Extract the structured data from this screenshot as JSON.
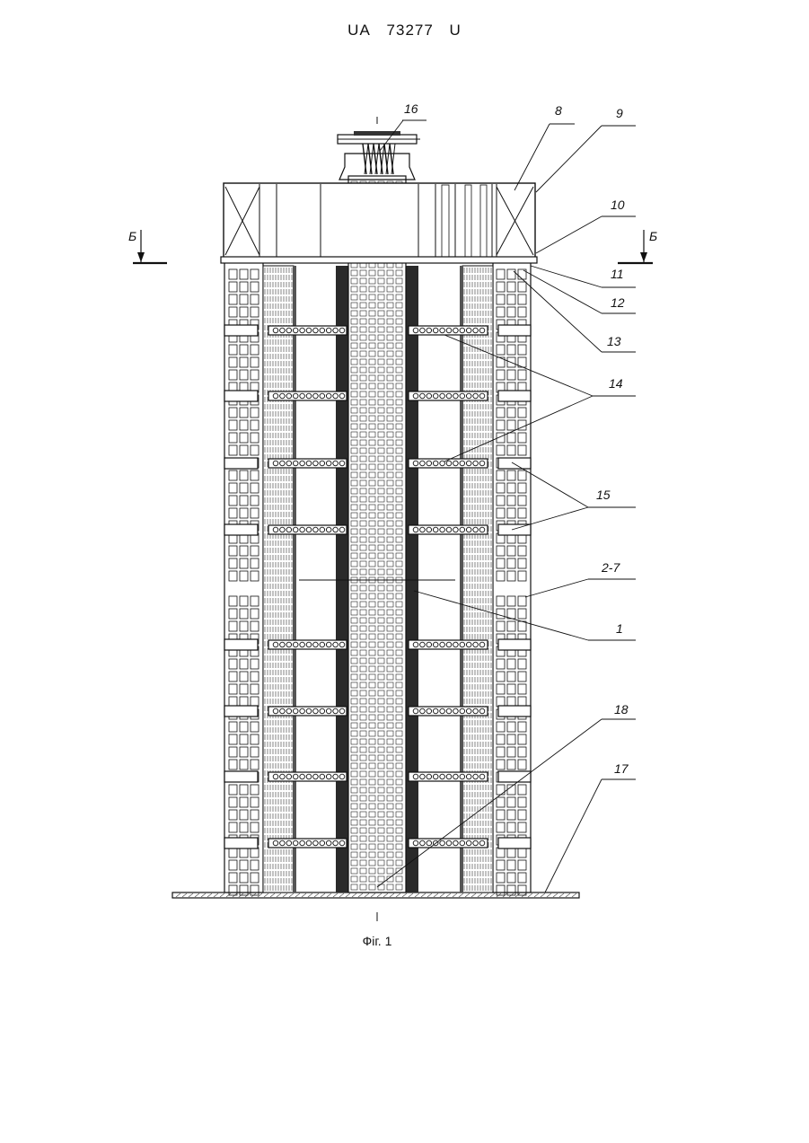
{
  "header": {
    "office": "UA",
    "number": "73277",
    "kind": "U"
  },
  "caption": "Фіг. 1",
  "section_marks": [
    "Б",
    "Б"
  ],
  "callouts": [
    "16",
    "8",
    "9",
    "10",
    "11",
    "12",
    "13",
    "14",
    "15",
    "2-7",
    "1",
    "18",
    "17"
  ]
}
